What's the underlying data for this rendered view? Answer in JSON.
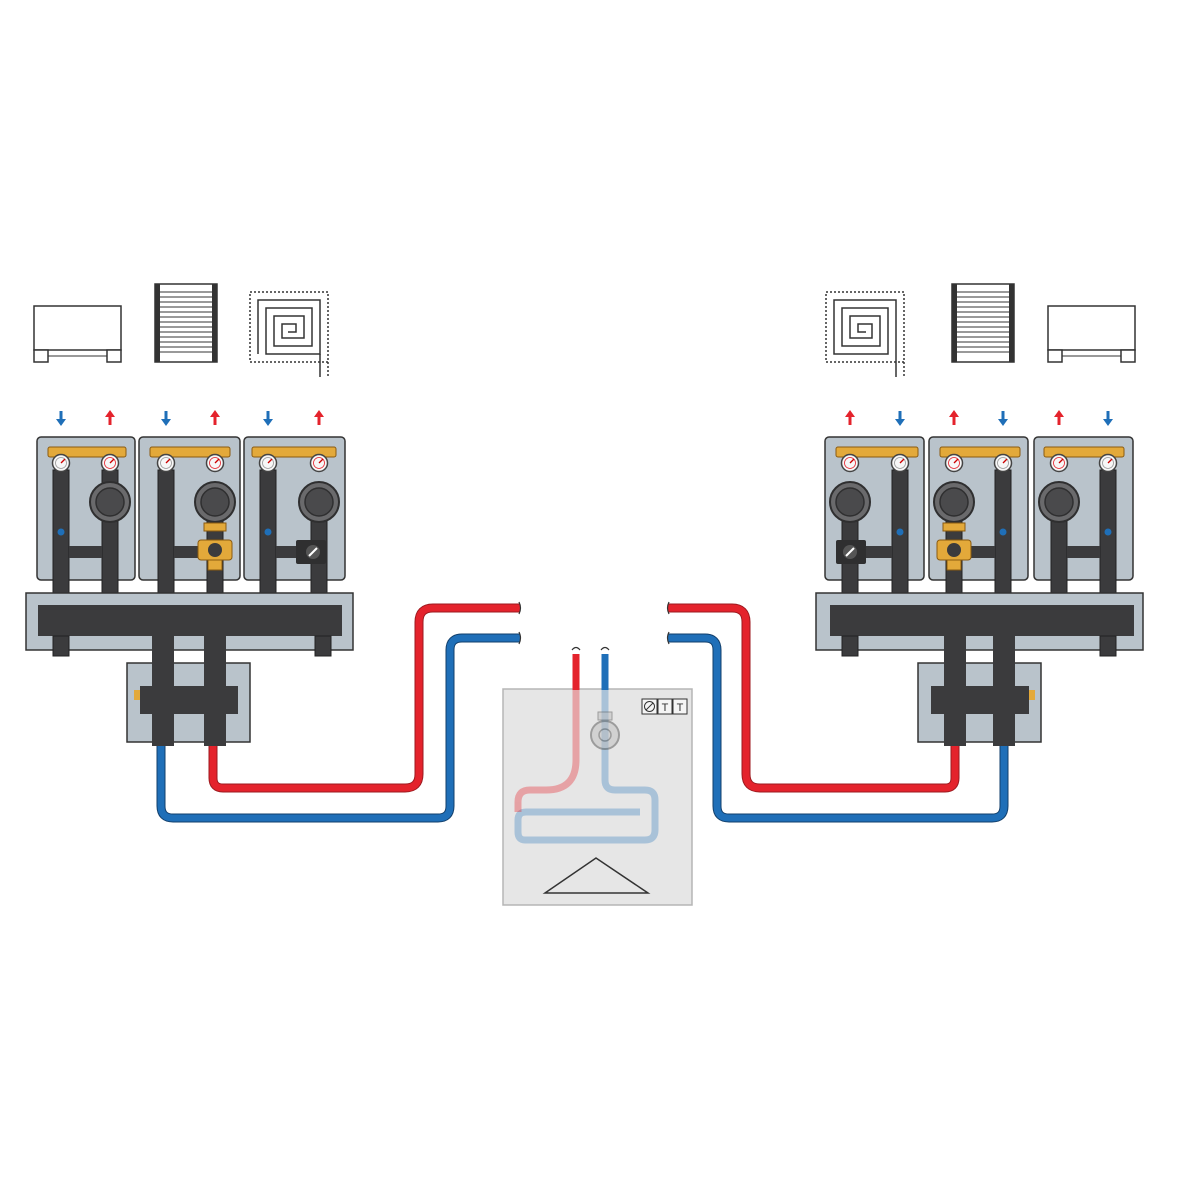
{
  "diagram": {
    "description_free": true,
    "groups": [
      {
        "side": "left",
        "emitters": [
          {
            "type": "fan-coil",
            "icon": "fan-coil-icon"
          },
          {
            "type": "radiator",
            "icon": "radiator-icon"
          },
          {
            "type": "underfloor",
            "icon": "underfloor-heating-icon"
          }
        ],
        "modules": [
          {
            "type": "direct",
            "flow_arrows": [
              "down",
              "up"
            ]
          },
          {
            "type": "mixing-3way",
            "flow_arrows": [
              "down",
              "up"
            ]
          },
          {
            "type": "mixing-motorized",
            "flow_arrows": [
              "down",
              "up"
            ]
          }
        ]
      },
      {
        "side": "right",
        "emitters": [
          {
            "type": "underfloor",
            "icon": "underfloor-heating-icon"
          },
          {
            "type": "radiator",
            "icon": "radiator-icon"
          },
          {
            "type": "fan-coil",
            "icon": "fan-coil-icon"
          }
        ],
        "modules": [
          {
            "type": "mixing-motorized",
            "flow_arrows": [
              "up",
              "down"
            ]
          },
          {
            "type": "mixing-3way",
            "flow_arrows": [
              "up",
              "down"
            ]
          },
          {
            "type": "direct",
            "flow_arrows": [
              "up",
              "down"
            ]
          }
        ]
      }
    ],
    "boiler": {
      "panel_labels": [
        "T",
        "T"
      ],
      "icon": "boiler-icon"
    },
    "colors": {
      "hot": "#e4232c",
      "cold": "#1f6fb8",
      "module_panel": "#b9c3cb",
      "pipe_dark": "#3b3b3d",
      "brass": "#e3a93a",
      "boiler_bg": "#e6e6e6"
    }
  }
}
